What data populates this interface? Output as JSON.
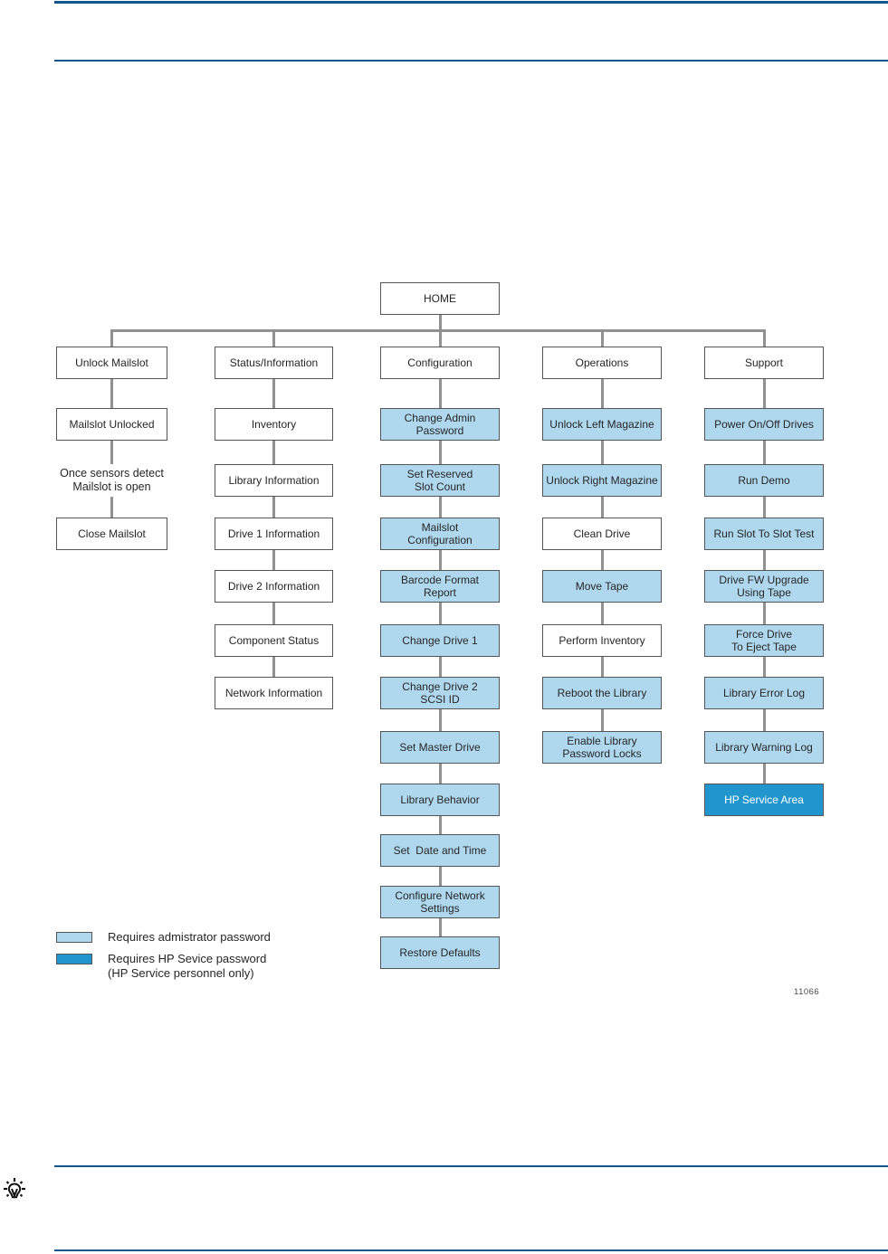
{
  "page": {
    "figure_number": "11066"
  },
  "diagram": {
    "root": {
      "label": "HOME"
    },
    "columns": [
      {
        "name": "unlock-mailslot",
        "boxes": [
          {
            "style": "white",
            "lines": [
              "Unlock Mailslot"
            ]
          },
          {
            "style": "white",
            "lines": [
              "Mailslot Unlocked"
            ]
          },
          {
            "style": "note",
            "lines": [
              "Once sensors detect",
              "Mailslot is open"
            ]
          },
          {
            "style": "white",
            "lines": [
              "Close Mailslot"
            ]
          }
        ]
      },
      {
        "name": "status-information",
        "boxes": [
          {
            "style": "white",
            "lines": [
              "Status/Information"
            ]
          },
          {
            "style": "white",
            "lines": [
              "Inventory"
            ]
          },
          {
            "style": "white",
            "lines": [
              "Library Information"
            ]
          },
          {
            "style": "white",
            "lines": [
              "Drive 1 Information"
            ]
          },
          {
            "style": "white",
            "lines": [
              "Drive 2 Information"
            ]
          },
          {
            "style": "white",
            "lines": [
              "Component Status"
            ]
          },
          {
            "style": "white",
            "lines": [
              "Network Information"
            ]
          }
        ]
      },
      {
        "name": "configuration",
        "boxes": [
          {
            "style": "white",
            "lines": [
              "Configuration"
            ]
          },
          {
            "style": "admin",
            "lines": [
              "Change Admin",
              "Password"
            ]
          },
          {
            "style": "admin",
            "lines": [
              "Set Reserved",
              "Slot Count"
            ]
          },
          {
            "style": "admin",
            "lines": [
              "Mailslot",
              "Configuration"
            ]
          },
          {
            "style": "admin",
            "lines": [
              "Barcode Format",
              "Report"
            ]
          },
          {
            "style": "admin",
            "lines": [
              "Change Drive 1"
            ]
          },
          {
            "style": "admin",
            "lines": [
              "Change Drive 2",
              "SCSI ID"
            ]
          },
          {
            "style": "admin",
            "lines": [
              "Set Master Drive"
            ]
          },
          {
            "style": "admin",
            "lines": [
              "Library Behavior"
            ]
          },
          {
            "style": "admin",
            "lines": [
              "Set  Date and Time"
            ]
          },
          {
            "style": "admin",
            "lines": [
              "Configure Network",
              "Settings"
            ]
          },
          {
            "style": "admin",
            "lines": [
              "Restore Defaults"
            ]
          }
        ]
      },
      {
        "name": "operations",
        "boxes": [
          {
            "style": "white",
            "lines": [
              "Operations"
            ]
          },
          {
            "style": "admin",
            "lines": [
              "Unlock Left Magazine"
            ]
          },
          {
            "style": "admin",
            "lines": [
              "Unlock Right Magazine"
            ]
          },
          {
            "style": "white",
            "lines": [
              "Clean Drive"
            ]
          },
          {
            "style": "admin",
            "lines": [
              "Move Tape"
            ]
          },
          {
            "style": "white",
            "lines": [
              "Perform Inventory"
            ]
          },
          {
            "style": "admin",
            "lines": [
              "Reboot the Library"
            ]
          },
          {
            "style": "admin",
            "lines": [
              "Enable Library",
              "Password Locks"
            ]
          }
        ]
      },
      {
        "name": "support",
        "boxes": [
          {
            "style": "white",
            "lines": [
              "Support"
            ]
          },
          {
            "style": "admin",
            "lines": [
              "Power On/Off Drives"
            ]
          },
          {
            "style": "admin",
            "lines": [
              "Run Demo"
            ]
          },
          {
            "style": "admin",
            "lines": [
              "Run Slot To Slot Test"
            ]
          },
          {
            "style": "admin",
            "lines": [
              "Drive FW Upgrade",
              "Using Tape"
            ]
          },
          {
            "style": "admin",
            "lines": [
              "Force Drive",
              "To Eject Tape"
            ]
          },
          {
            "style": "admin",
            "lines": [
              "Library Error Log"
            ]
          },
          {
            "style": "admin",
            "lines": [
              "Library Warning Log"
            ]
          },
          {
            "style": "service",
            "lines": [
              "HP Service Area"
            ]
          }
        ]
      }
    ],
    "legend": {
      "items": [
        {
          "style": "admin",
          "lines": [
            "Requires admistrator password"
          ]
        },
        {
          "style": "service",
          "lines": [
            "Requires HP Sevice password",
            "(HP Service personnel only)"
          ]
        }
      ]
    },
    "colors": {
      "rule_blue": "#15558E",
      "admin_fill": "#AFD8EF",
      "service_fill": "#2196CE",
      "service_text": "#FFFFFF",
      "box_border": "#555555",
      "connector": "#919191",
      "text": "#262626"
    }
  }
}
